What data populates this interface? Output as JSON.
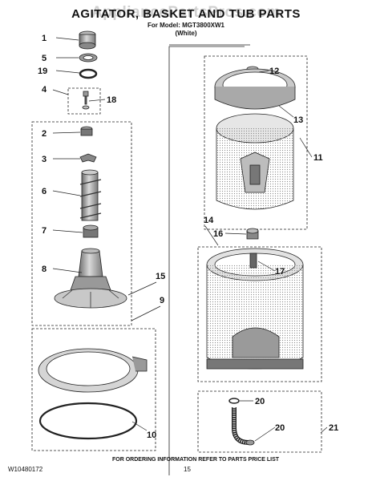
{
  "header": {
    "watermark": "AppliancePartsPros.com",
    "title": "AGITATOR, BASKET AND TUB PARTS",
    "model_line": "For Model: MGT3800XW1",
    "color_line": "(White)"
  },
  "footer": {
    "doc_code": "W10480172",
    "page_number": "15",
    "ordering_note": "FOR ORDERING INFORMATION REFER TO PARTS PRICE LIST"
  },
  "callouts": [
    "1",
    "5",
    "19",
    "4",
    "18",
    "2",
    "3",
    "6",
    "7",
    "8",
    "15",
    "9",
    "10",
    "12",
    "13",
    "11",
    "14",
    "16",
    "17",
    "20",
    "20",
    "21"
  ],
  "colors": {
    "line": "#222222",
    "shade": "#9a9a9a",
    "watermark": "#787878"
  }
}
